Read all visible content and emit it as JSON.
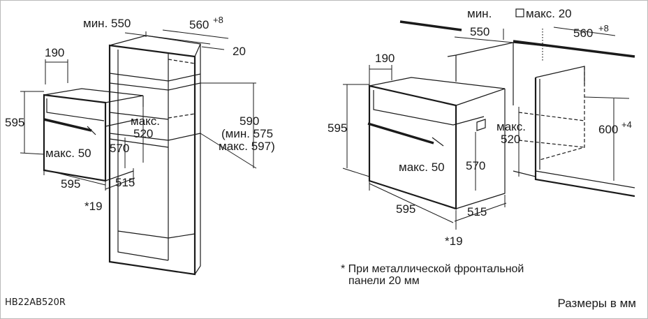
{
  "model": "HB22AB520R",
  "units_note": "Размеры в мм",
  "footnote": {
    "line1": "* При металлической фронтальной",
    "line2": "панели 20 мм"
  },
  "left": {
    "min_550": "мин. 550",
    "dim_560": "560",
    "dim_560_sup": "+8",
    "dim_20": "20",
    "dim_190": "190",
    "dim_595_h": "595",
    "dim_max520_a": "макс.",
    "dim_max520_b": "520",
    "dim_590": "590",
    "dim_590_min": "(мин. 575",
    "dim_590_max": "макс. 597)",
    "dim_max50": "макс. 50",
    "dim_570": "570",
    "dim_595_w": "595",
    "dim_515": "515",
    "dim_19": "*19"
  },
  "right": {
    "min_a": "мин.",
    "min_b": "550",
    "max20": "макс. 20",
    "dim_560": "560",
    "dim_560_sup": "+8",
    "dim_190": "190",
    "dim_595_h": "595",
    "dim_max520_a": "макс.",
    "dim_max520_b": "520",
    "dim_600": "600",
    "dim_600_sup": "+4",
    "dim_max50": "макс. 50",
    "dim_570": "570",
    "dim_595_w": "595",
    "dim_515": "515",
    "dim_19": "*19"
  }
}
